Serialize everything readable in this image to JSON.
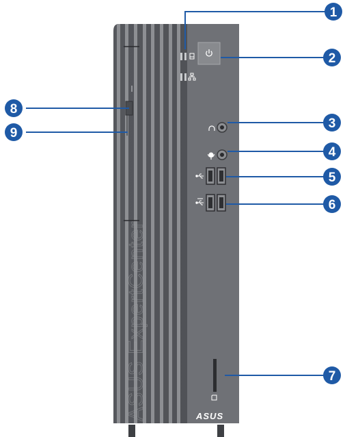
{
  "device": {
    "brand_vertical": "ASUS ExpertCenter",
    "logo": "ASUS",
    "colors": {
      "chassis_dark": "#5b5d62",
      "chassis_panel": "#6e7075",
      "chassis_slot": "#8d8f93",
      "port_face": "#8a8c90",
      "callout": "#1f5aa6",
      "leader_line": "#1f5aa6",
      "foot": "#3e4044"
    },
    "icons": [
      "hdd-led-icon",
      "lan-led-icon",
      "power-icon",
      "headphone-icon",
      "microphone-icon",
      "usb-icon",
      "usb3-icon",
      "card-reader-icon"
    ]
  },
  "callouts": [
    {
      "id": 1,
      "label": "1"
    },
    {
      "id": 2,
      "label": "2"
    },
    {
      "id": 3,
      "label": "3"
    },
    {
      "id": 4,
      "label": "4"
    },
    {
      "id": 5,
      "label": "5"
    },
    {
      "id": 6,
      "label": "6"
    },
    {
      "id": 7,
      "label": "7"
    },
    {
      "id": 8,
      "label": "8"
    },
    {
      "id": 9,
      "label": "9"
    }
  ]
}
